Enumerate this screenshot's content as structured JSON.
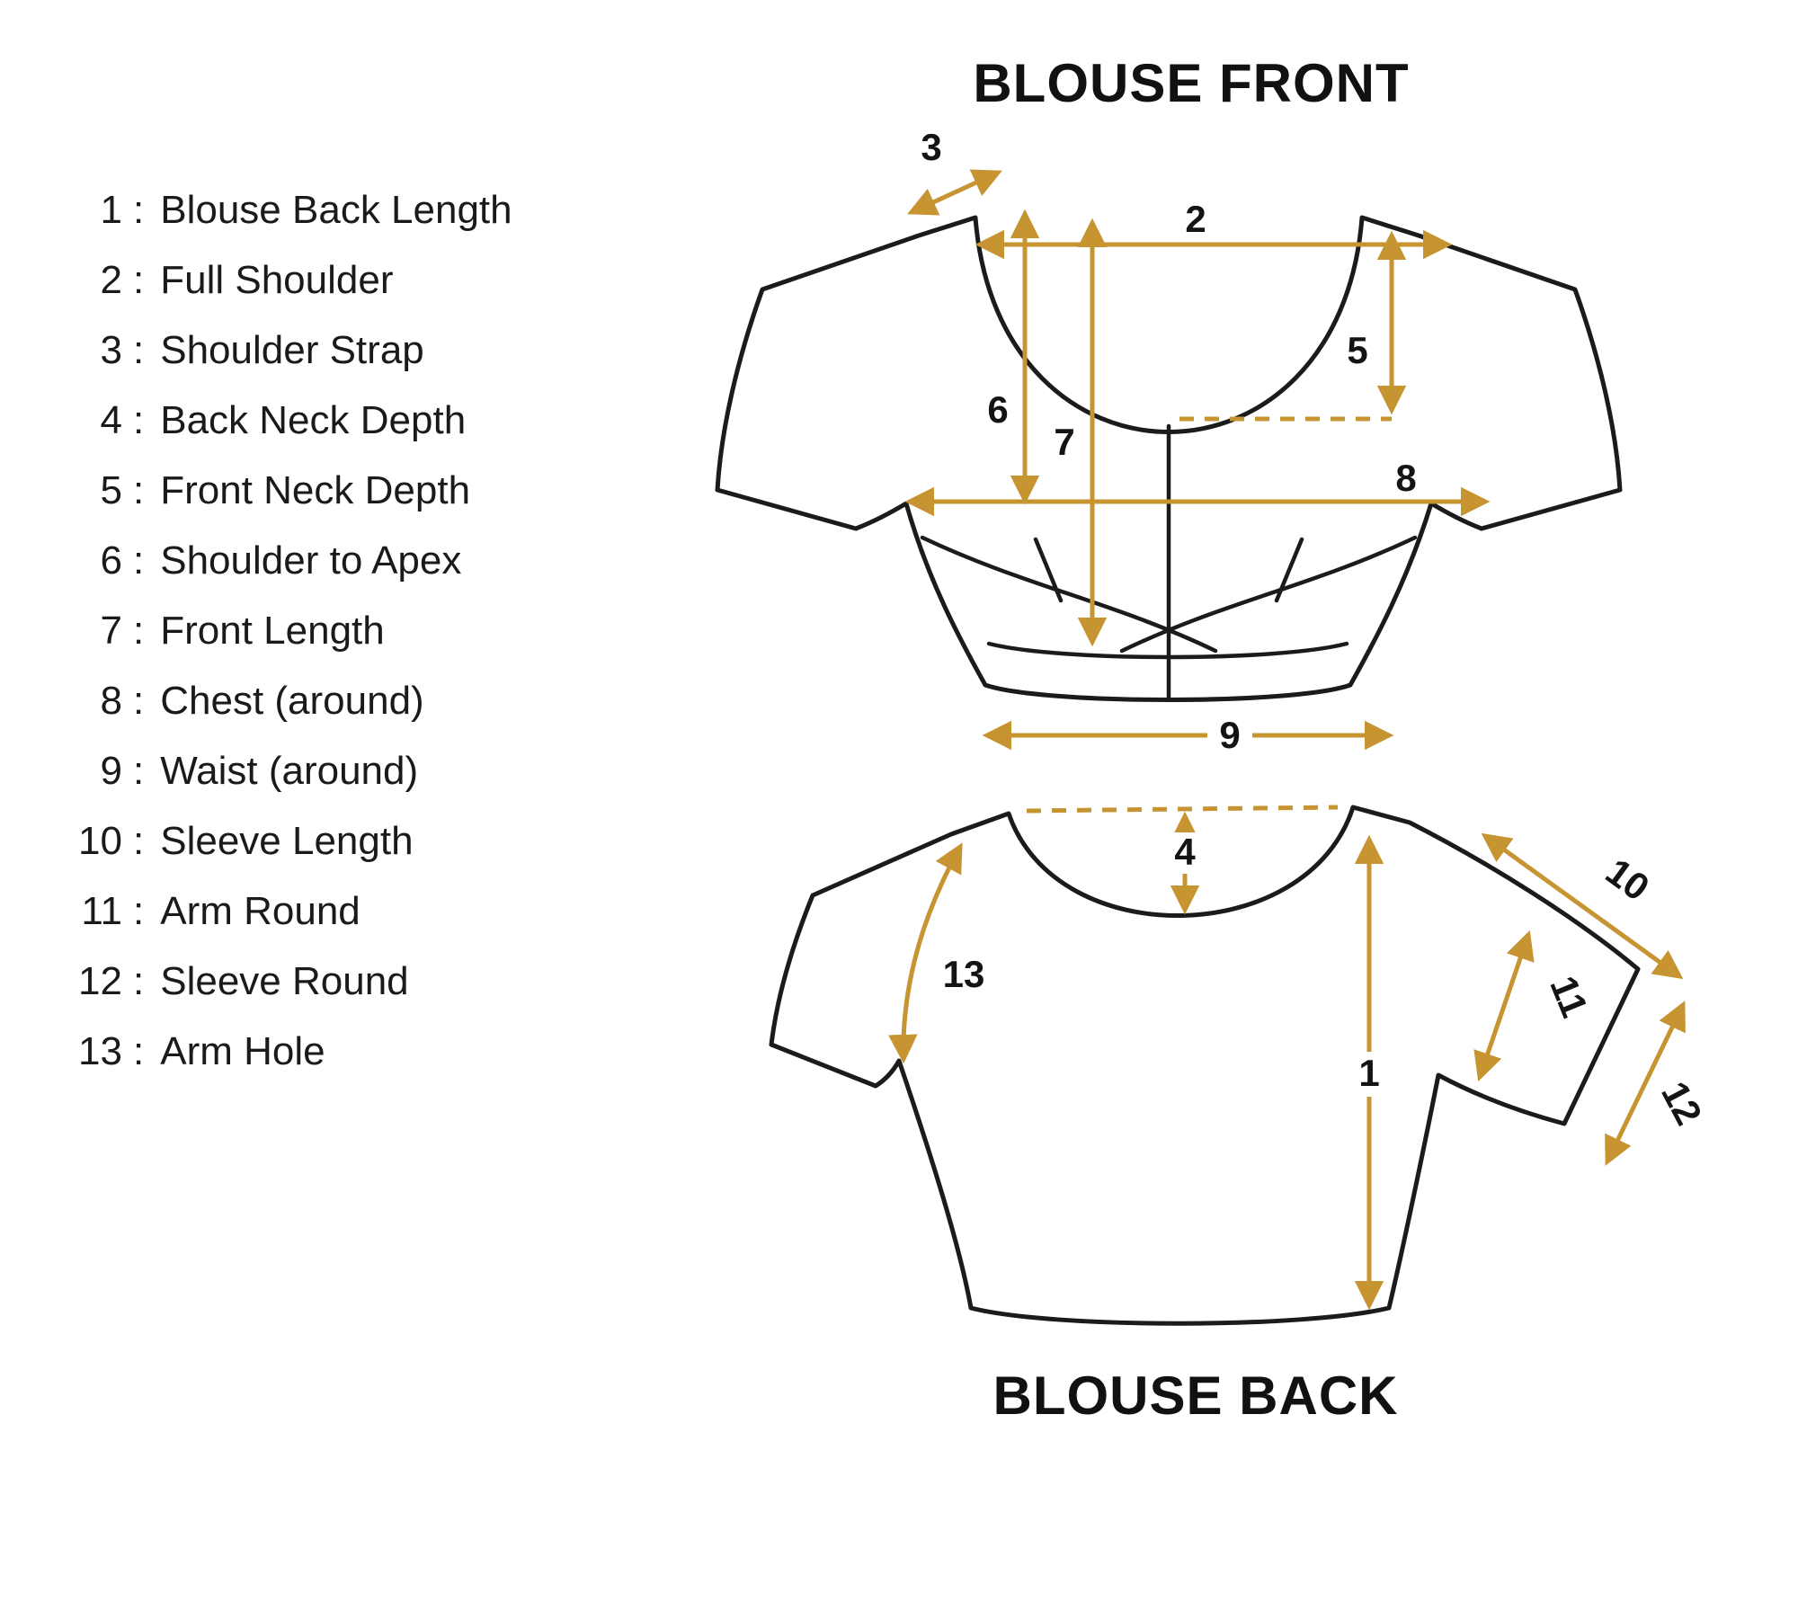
{
  "colors": {
    "arrow": "#c79432",
    "outline": "#1b1b1b",
    "text": "#141414",
    "background": "#ffffff"
  },
  "titles": {
    "front": "BLOUSE FRONT",
    "back": "BLOUSE BACK"
  },
  "legend": {
    "sep": ":",
    "items": [
      {
        "num": "1",
        "label": "Blouse Back Length"
      },
      {
        "num": "2",
        "label": "Full Shoulder"
      },
      {
        "num": "3",
        "label": "Shoulder Strap"
      },
      {
        "num": "4",
        "label": "Back Neck Depth"
      },
      {
        "num": "5",
        "label": "Front Neck Depth"
      },
      {
        "num": "6",
        "label": "Shoulder to Apex"
      },
      {
        "num": "7",
        "label": "Front Length"
      },
      {
        "num": "8",
        "label": "Chest (around)"
      },
      {
        "num": "9",
        "label": "Waist (around)"
      },
      {
        "num": "10",
        "label": "Sleeve Length"
      },
      {
        "num": "11",
        "label": "Arm Round"
      },
      {
        "num": "12",
        "label": "Sleeve Round"
      },
      {
        "num": "13",
        "label": "Arm Hole"
      }
    ]
  },
  "marks": {
    "m1": "1",
    "m2": "2",
    "m3": "3",
    "m4": "4",
    "m5": "5",
    "m6": "6",
    "m7": "7",
    "m8": "8",
    "m9": "9",
    "m10": "10",
    "m11": "11",
    "m12": "12",
    "m13": "13"
  }
}
